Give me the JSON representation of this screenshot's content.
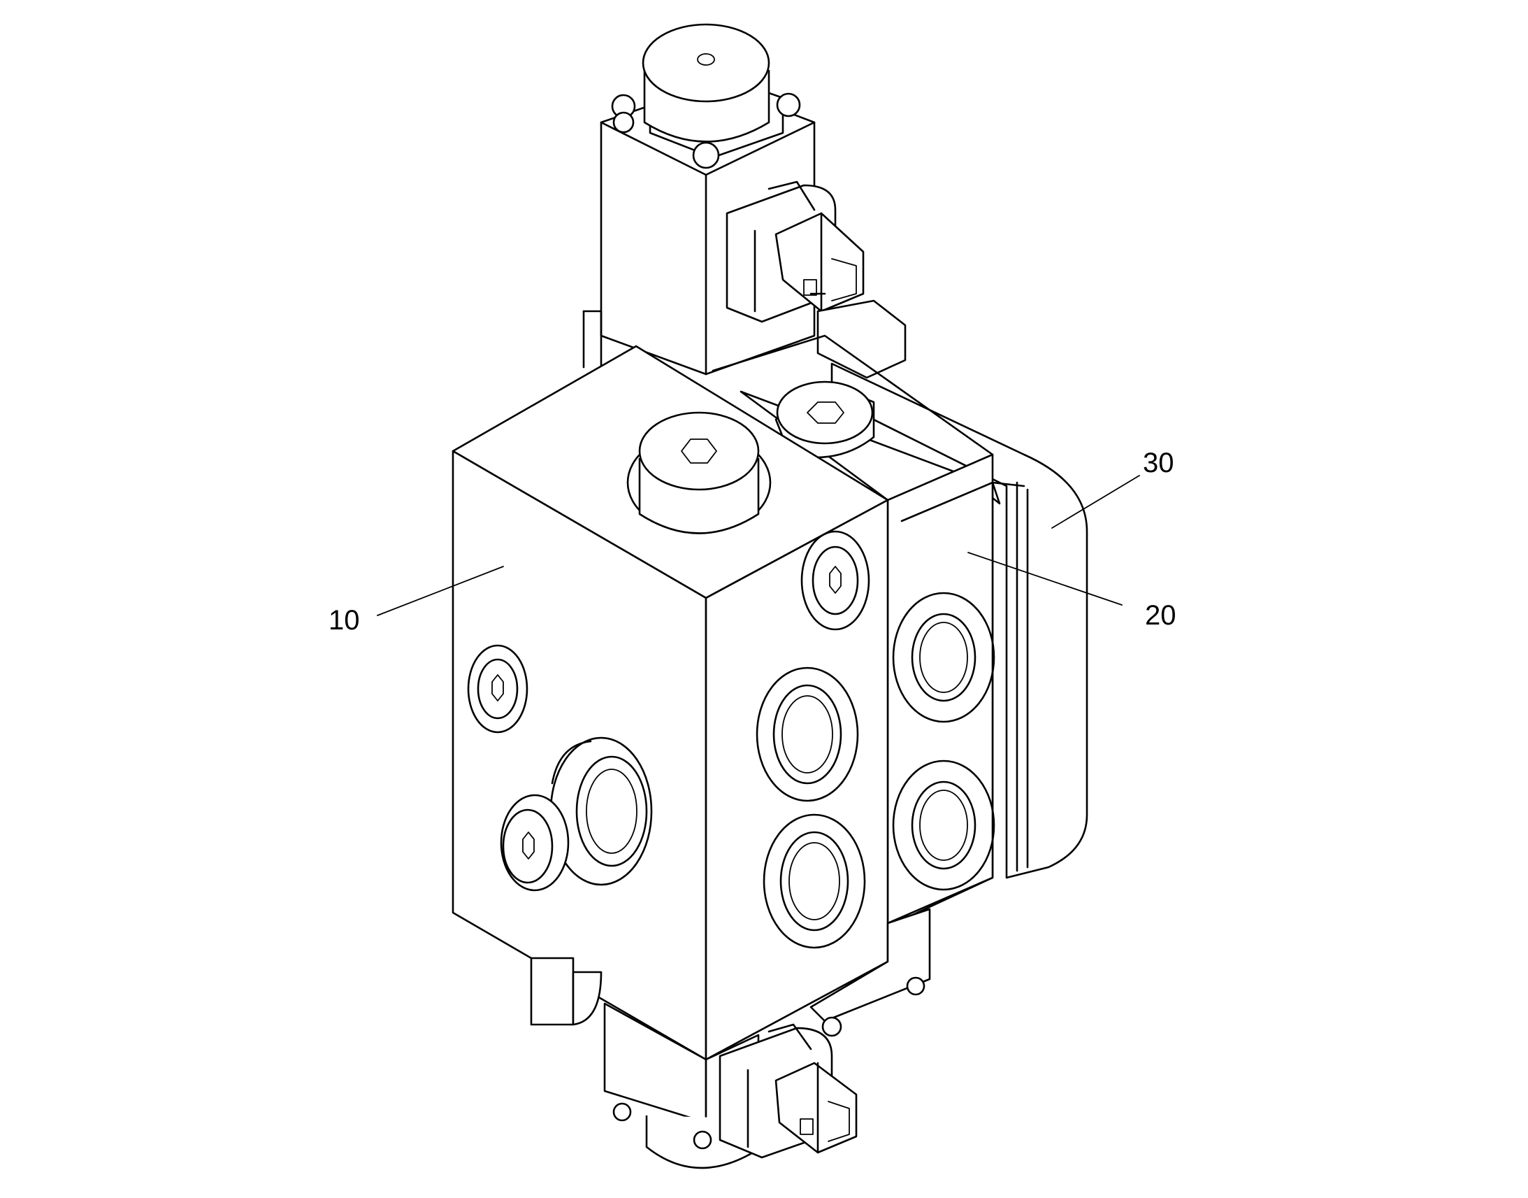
{
  "diagram": {
    "callouts": [
      {
        "id": "10",
        "label": "10"
      },
      {
        "id": "20",
        "label": "20"
      },
      {
        "id": "30",
        "label": "30"
      }
    ]
  }
}
